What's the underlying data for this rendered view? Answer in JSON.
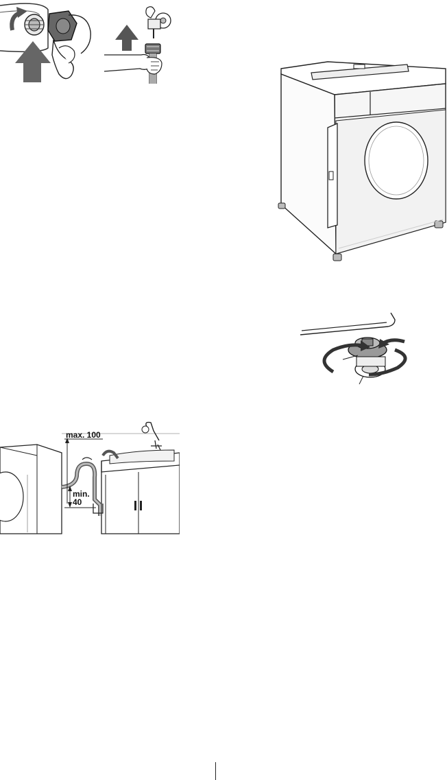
{
  "drain_figure": {
    "max_label": "max. 100",
    "min_label": "min.",
    "min_value": "40"
  },
  "icons": {
    "hose_figure": "hose-connection-illustration",
    "machine_figure": "washing-machine-illustration",
    "foot_figure": "adjustable-foot-illustration",
    "drain_figure": "drain-hose-illustration"
  }
}
